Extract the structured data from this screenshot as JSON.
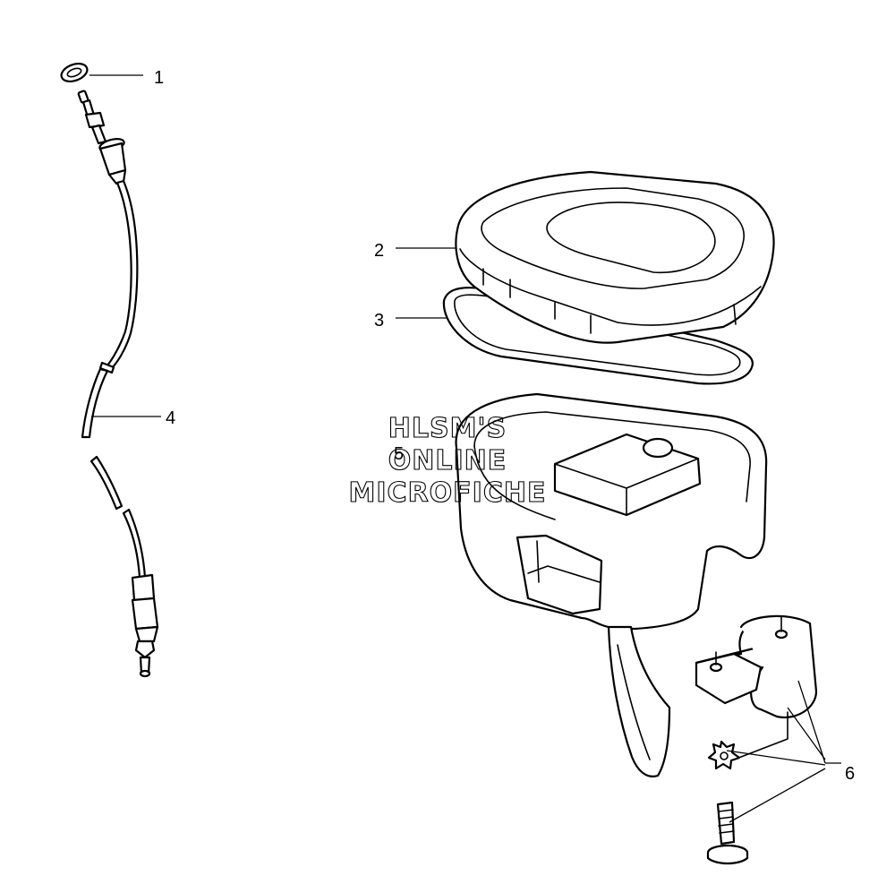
{
  "diagram": {
    "callouts": [
      {
        "label": "1",
        "part": "o-ring"
      },
      {
        "label": "2",
        "part": "cover"
      },
      {
        "label": "3",
        "part": "gasket"
      },
      {
        "label": "4",
        "part": "throttle-cable"
      },
      {
        "label": "5",
        "part": "throttle-housing"
      },
      {
        "label": "6",
        "part": "clamp-hardware"
      }
    ]
  },
  "watermark": {
    "line1": "HLSM'S",
    "line2": "ONLINE",
    "line3": "MICROFICHE"
  },
  "colors": {
    "line": "#000000",
    "background": "#ffffff"
  }
}
